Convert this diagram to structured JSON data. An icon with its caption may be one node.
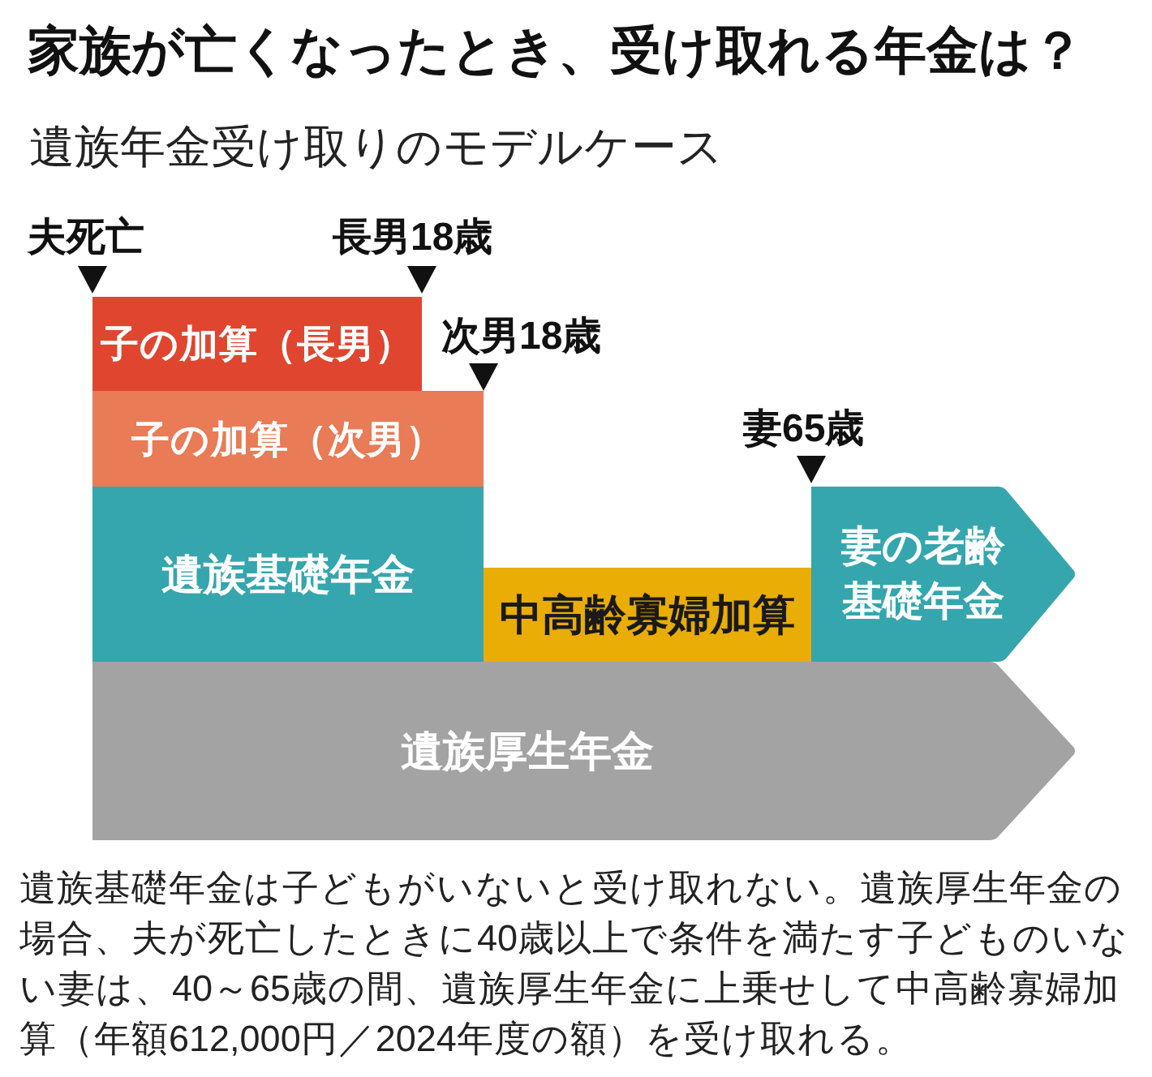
{
  "diagram": {
    "title": "家族が亡くなったとき、受け取れる年金は？",
    "caption": "遺族基礎年金は子どもがいないと受け取れない。遺族厚生年金の場合、夫が死亡したときに40歳以上で条件を満たす子どものいない妻は、40～65歳の間、遺族厚生年金に上乗せして中高齢寡婦加算（年額612,000円／2024年度の額）を受け取れる。",
    "nodes": [
      {
        "text": [
          "子の加算（長男）"
        ]
      },
      {
        "text": [
          "子の加算（次男）"
        ]
      },
      {
        "text": [
          "遺族基礎年金"
        ]
      },
      {
        "text": [
          "中高齢寡婦加算"
        ]
      },
      {
        "text": [
          "妻の老齢基礎年金"
        ]
      },
      {
        "text": [
          "遺族厚生年金"
        ]
      }
    ],
    "labels": [
      "遺族年金受け取りのモデルケース",
      "夫死亡",
      "長男18歳",
      "次男18歳",
      "妻65歳"
    ]
  }
}
